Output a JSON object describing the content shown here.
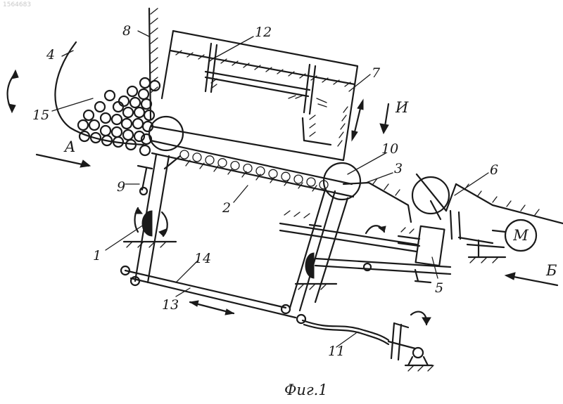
{
  "watermark": "1564683",
  "caption": "Фиг.1",
  "labels": {
    "l1": "1",
    "l2": "2",
    "l3": "3",
    "l4": "4",
    "l5": "5",
    "l6": "6",
    "l7": "7",
    "l8": "8",
    "l9": "9",
    "l10": "10",
    "l11": "11",
    "l12": "12",
    "l13": "13",
    "l14": "14",
    "l15": "15",
    "A": "A",
    "B": "Б",
    "I": "И",
    "M": "M"
  }
}
